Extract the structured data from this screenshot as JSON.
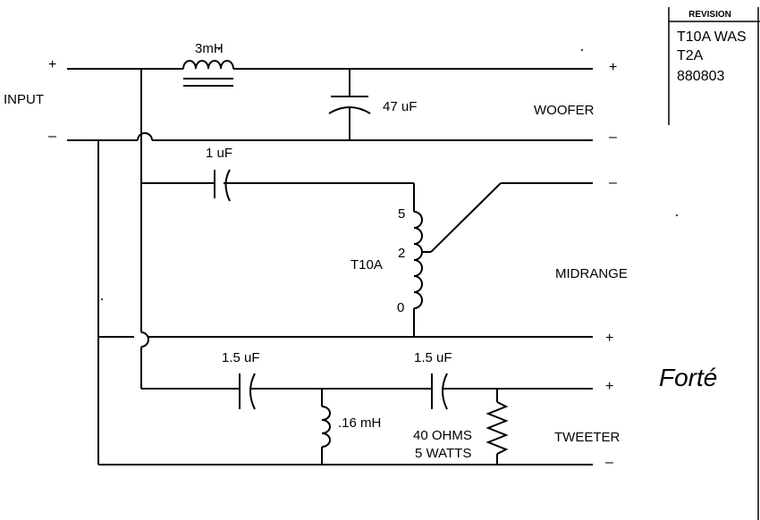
{
  "revision": {
    "header": "REVISION",
    "lines": [
      "T10A WAS",
      "T2A",
      "880803"
    ]
  },
  "input": {
    "label": "INPUT",
    "plus": "+",
    "minus": "–"
  },
  "components": {
    "inductor_main": "3mH",
    "cap_woofer": "47 uF",
    "cap_mid": "1 uF",
    "transformer": "T10A",
    "tap_5": "5",
    "tap_2": "2",
    "tap_0": "0",
    "cap_tweeter_1": "1.5 uF",
    "cap_tweeter_2": "1.5 uF",
    "inductor_tweeter": ".16 mH",
    "resistor_line1": "40 OHMS",
    "resistor_line2": "5 WATTS"
  },
  "outputs": {
    "woofer": {
      "label": "WOOFER",
      "plus": "+",
      "minus": "–"
    },
    "midrange": {
      "label": "MIDRANGE",
      "minus": "–",
      "plus": "+"
    },
    "tweeter": {
      "label": "TWEETER",
      "plus": "+",
      "minus": "–"
    }
  },
  "signature": "Forté"
}
